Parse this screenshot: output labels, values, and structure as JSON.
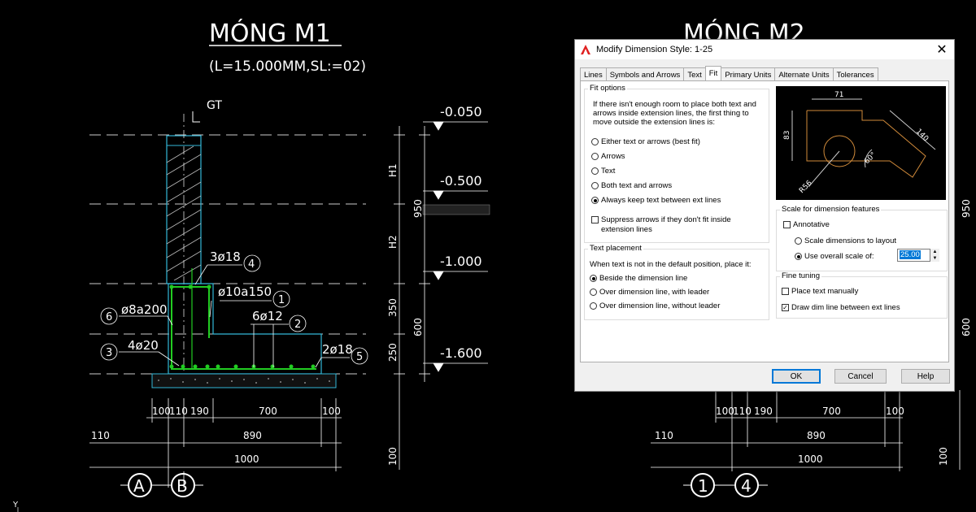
{
  "drawing": {
    "left": {
      "title": "MÓNG M1",
      "subtitle": "(L=15.000MM,SL:=02)",
      "gt_label": "GT",
      "levels": [
        "-0.050",
        "-0.500",
        "-1.000",
        "-1.600"
      ],
      "vert_dims": [
        "H1",
        "H2",
        "950",
        "350",
        "250",
        "600"
      ],
      "callouts": [
        {
          "text": "3ø18",
          "num": "4"
        },
        {
          "text": "ø10a150",
          "num": "1"
        },
        {
          "text": "6ø12",
          "num": "2"
        },
        {
          "text": "2ø18",
          "num": "5"
        },
        {
          "text": "ø8a200",
          "num": "6"
        },
        {
          "text": "4ø20",
          "num": "3"
        }
      ],
      "bottom_dims": [
        "100",
        "110",
        "190",
        "700",
        "100",
        "110",
        "890",
        "1000",
        "100"
      ],
      "axes": [
        "A",
        "B"
      ]
    },
    "right": {
      "title": "MÓNG M2",
      "vert_dims": [
        "950",
        "600",
        "100"
      ],
      "bottom_dims": [
        "100",
        "110",
        "190",
        "700",
        "100",
        "110",
        "890",
        "1000",
        "100"
      ],
      "axes": [
        "1",
        "4"
      ]
    },
    "ucs_label": "Y"
  },
  "dialog": {
    "title": "Modify Dimension Style: 1-25",
    "close": "✕",
    "tabs": [
      "Lines",
      "Symbols and Arrows",
      "Text",
      "Fit",
      "Primary Units",
      "Alternate Units",
      "Tolerances"
    ],
    "active_tab": "Fit",
    "fit_options": {
      "legend": "Fit options",
      "description": "If there isn't enough room to place both text and arrows inside extension lines, the first thing to move outside the extension lines is:",
      "radios": [
        "Either text or arrows (best fit)",
        "Arrows",
        "Text",
        "Both text and arrows",
        "Always keep text between ext lines"
      ],
      "selected": 4,
      "suppress_label": "Suppress arrows if they don't fit inside extension lines",
      "suppress_checked": false
    },
    "text_placement": {
      "legend": "Text placement",
      "description": "When text is not in the default position, place it:",
      "radios": [
        "Beside the dimension line",
        "Over dimension line, with leader",
        "Over dimension line, without leader"
      ],
      "selected": 0
    },
    "preview": {
      "dims": [
        "71",
        "83",
        "140",
        "60°",
        "R56"
      ]
    },
    "scale": {
      "legend": "Scale for dimension features",
      "annotative": "Annotative",
      "annotative_checked": false,
      "layout": "Scale dimensions to layout",
      "overall": "Use overall scale of:",
      "overall_selected": true,
      "overall_value": "25.00"
    },
    "fine_tuning": {
      "legend": "Fine tuning",
      "place_manually": "Place text manually",
      "place_manually_checked": false,
      "draw_dim_line": "Draw dim line between ext lines",
      "draw_dim_line_checked": true
    },
    "buttons": {
      "ok": "OK",
      "cancel": "Cancel",
      "help": "Help"
    }
  },
  "colors": {
    "cad_bg": "#000000",
    "cyan": "#33b8d8",
    "green": "#22cc22",
    "dialog_bg": "#f0f0f0",
    "accent": "#0078d7",
    "preview_orange": "#d08a3a"
  }
}
